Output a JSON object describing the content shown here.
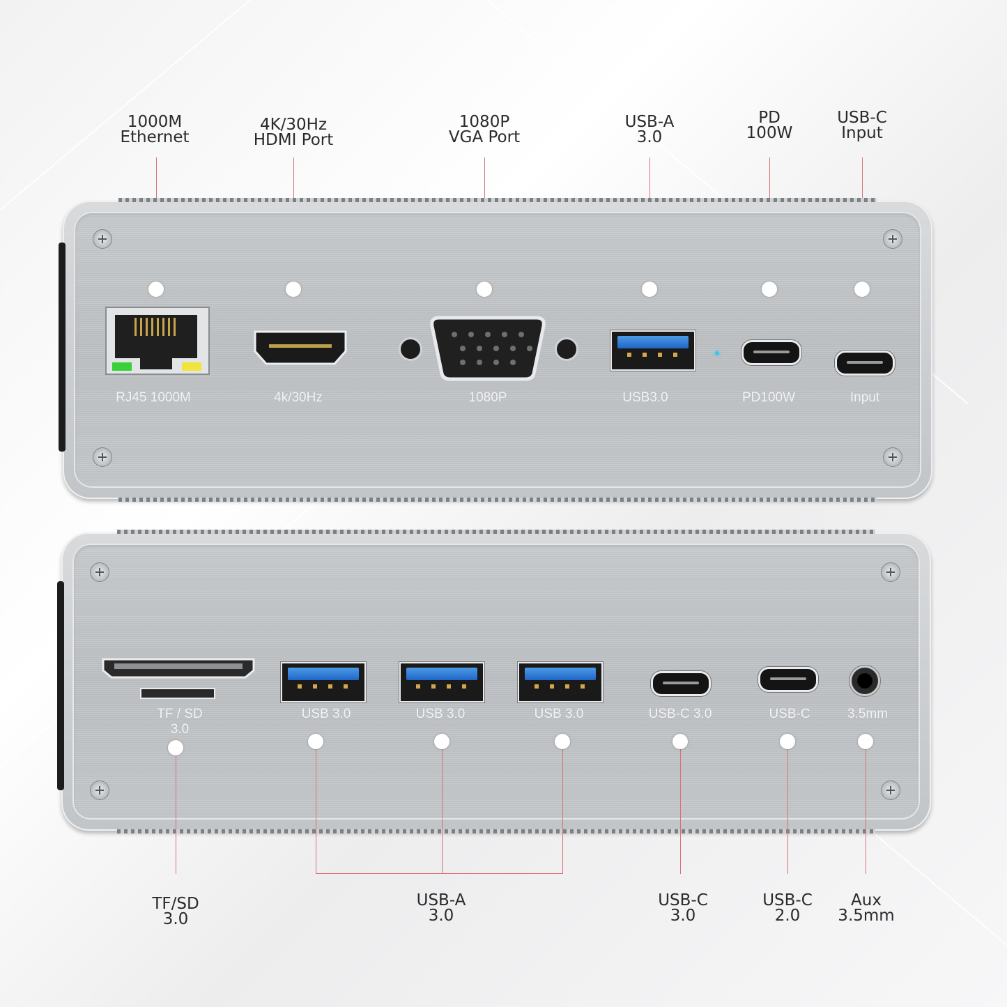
{
  "top_callouts": [
    {
      "lines": [
        "1000M",
        "Ethernet"
      ]
    },
    {
      "lines": [
        "4K/30Hz",
        "HDMI Port"
      ]
    },
    {
      "lines": [
        "1080P",
        "VGA Port"
      ]
    },
    {
      "lines": [
        "USB-A",
        "3.0"
      ]
    },
    {
      "lines": [
        "PD",
        "100W"
      ]
    },
    {
      "lines": [
        "USB-C",
        "Input"
      ]
    }
  ],
  "top_panel_labels": [
    "RJ45 1000M",
    "4k/30Hz",
    "1080P",
    "USB3.0",
    "PD100W",
    "Input"
  ],
  "bottom_panel_labels": [
    {
      "lines": [
        "TF / SD",
        "3.0"
      ]
    },
    {
      "lines": [
        "USB 3.0"
      ]
    },
    {
      "lines": [
        "USB 3.0"
      ]
    },
    {
      "lines": [
        "USB 3.0"
      ]
    },
    {
      "lines": [
        "USB-C 3.0"
      ]
    },
    {
      "lines": [
        "USB-C"
      ]
    },
    {
      "lines": [
        "3.5mm"
      ]
    }
  ],
  "bottom_callouts": [
    {
      "lines": [
        "TF/SD",
        "3.0"
      ]
    },
    {
      "lines": [
        "USB-A",
        "3.0"
      ]
    },
    {
      "lines": [
        "USB-C",
        "3.0"
      ]
    },
    {
      "lines": [
        "USB-C",
        "2.0"
      ]
    },
    {
      "lines": [
        "Aux",
        "3.5mm"
      ]
    }
  ],
  "colors": {
    "callout_line": "#d8707a",
    "usb_blue": "#2f7fd8",
    "body": "#c4c7ca"
  },
  "icons": [
    "ethernet-port-icon",
    "hdmi-port-icon",
    "vga-port-icon",
    "usb-a-port-icon",
    "usb-c-port-icon",
    "sd-card-slot-icon",
    "audio-jack-icon",
    "screw-icon"
  ]
}
